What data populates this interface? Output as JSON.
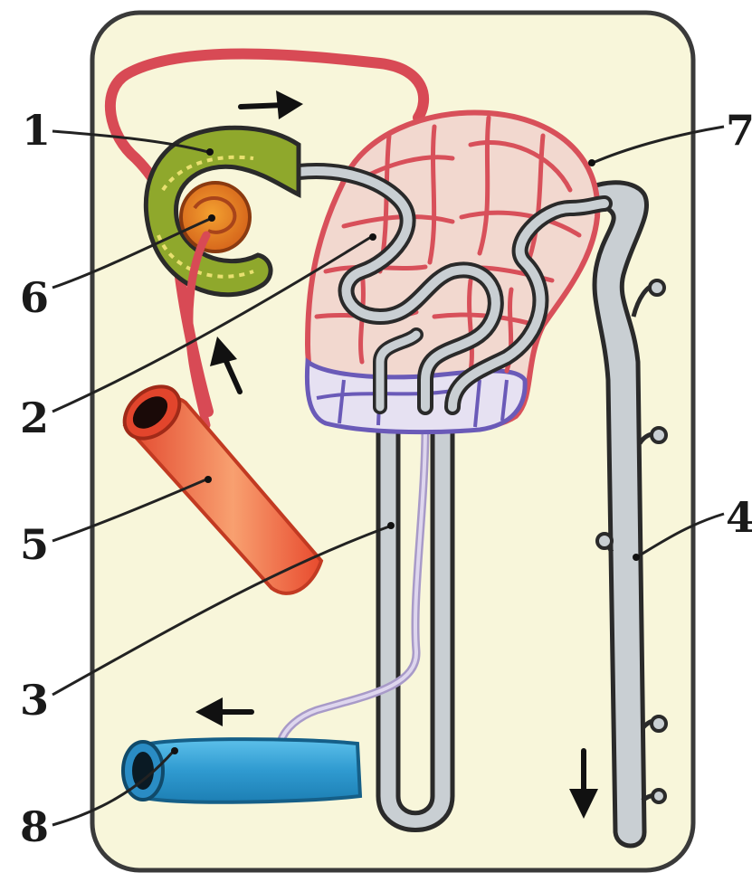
{
  "labels": {
    "l1": "1",
    "l2": "2",
    "l3": "3",
    "l4": "4",
    "l5": "5",
    "l6": "6",
    "l7": "7",
    "l8": "8"
  },
  "colors": {
    "panel": "#f8f6da",
    "capillary": "#e0505a",
    "capillary_outline": "#b8323c",
    "tubule": "#c9cfd3",
    "tubule_outline": "#2a2a2a",
    "vein": "#3aa6d6",
    "artery": "#f05a3a",
    "glomerulus": "#e07a1a",
    "capsule": "#7f9a20",
    "venous_net": "#6a5ab8"
  },
  "icons": [
    "flow-arrow-icon"
  ]
}
